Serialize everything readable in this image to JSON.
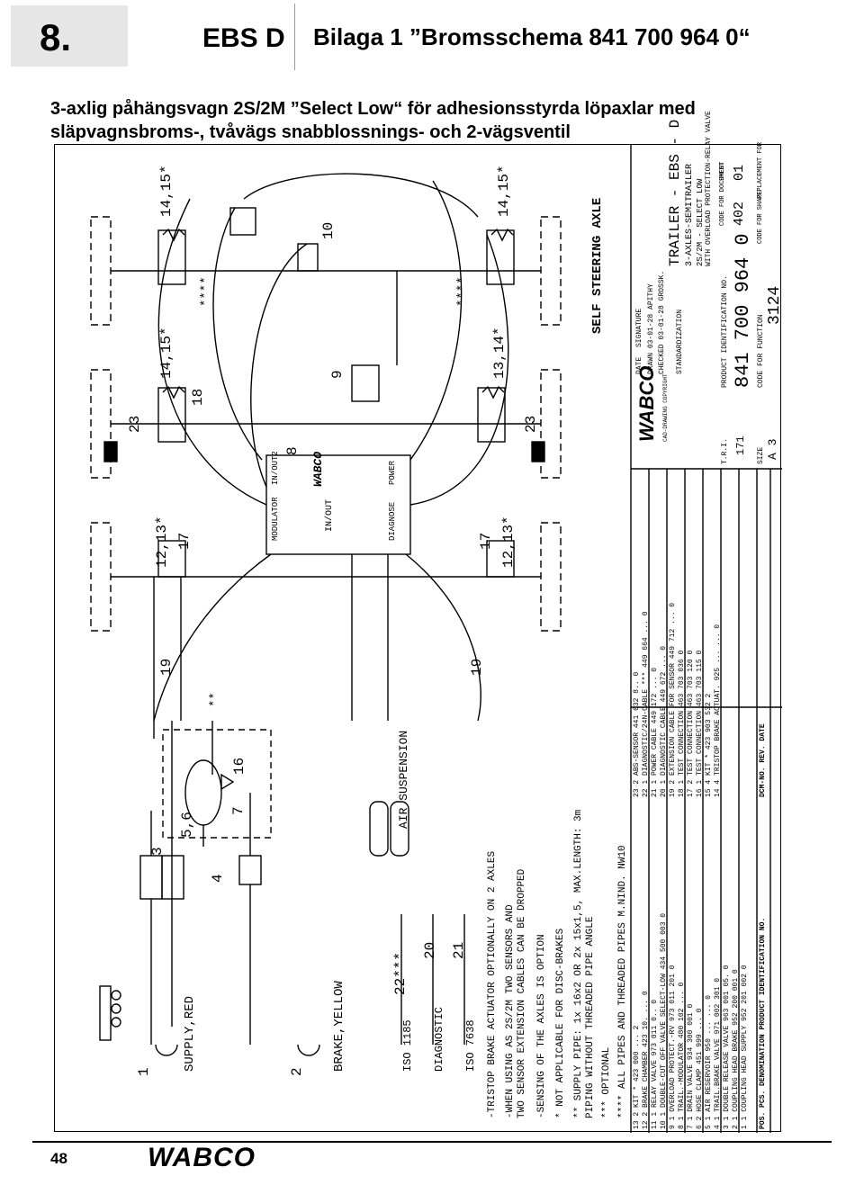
{
  "header": {
    "chapter_number": "8.",
    "chapter_name": "EBS D",
    "title": "Bilaga 1 ”Bromsschema 841 700 964 0“"
  },
  "subtitle": {
    "line1": "3-axlig påhängsvagn 2S/2M ”Select Low“ för adhesionsstyrda löpaxlar med",
    "line2": "släpvagnsbroms-, tvåvägs snabblossnings- och 2-vägsventil"
  },
  "drawing": {
    "axle_label": "SELF STEERING AXLE",
    "air_suspension": "AIR SUSPENSION",
    "supply": "SUPPLY,RED",
    "brake": "BRAKE,YELLOW",
    "iso1185": "ISO 1185",
    "diagnostic": "DIAGNOSTIC",
    "iso7638": "ISO 7638",
    "module_brand": "WABCO",
    "module_in_out": "IN/OUT",
    "module_diagnose": "DIAGNOSE",
    "module_power": "POWER",
    "module_in_out2": "IN/OUT2",
    "module_modulator": "MODULATOR",
    "labels": {
      "n_14_15s": "14,15*",
      "n_14_15s_b": "14,15*",
      "n_14_15s_c": "14,15*",
      "n_13_14s": "13,14*",
      "n_12_13s": "12,13*",
      "n_12_13s_b": "12,13*",
      "n_23": "23",
      "n_23_b": "23",
      "n_18": "18",
      "n_17": "17",
      "n_17_b": "17",
      "n_19": "19",
      "n_19_b": "19",
      "n_16": "16",
      "n_9": "9",
      "n_8": "8",
      "n_10": "10",
      "n_3": "3",
      "n_4": "4",
      "n_56": "5,6",
      "n_7": "7",
      "n_22s": "22***",
      "n_20": "20",
      "n_21": "21",
      "n_1": "1",
      "n_2": "2",
      "stars4": "****",
      "stars4_b": "****",
      "stars2": "**"
    },
    "notes": [
      "-TRISTOP BRAKE ACTUATOR OPTIONALLY ON 2 AXLES",
      "-WHEN USING AS 2S/2M TWO SENSORS AND",
      "  TWO SENSOR EXTENSION CABLES CAN BE DROPPED",
      "-SENSING OF THE AXLES IS OPTION",
      "*   NOT APPLICABLE FOR DISC-BRAKES",
      "**  SUPPLY PIPE: 1x 16x2 OR 2x 15x1,5, MAX.LENGTH: 3m",
      "    PIPING WITHOUT THREADED PIPE ANGLE",
      "*** OPTIONAL",
      "**** ALL PIPES AND THREADED PIPES M.NIND. NW10"
    ],
    "parts": [
      {
        "pos": "13",
        "qty": "2",
        "name": "KIT",
        "note": "*",
        "no": "423 000 ... 2"
      },
      {
        "pos": "12",
        "qty": "2",
        "name": "BRAKE CHAMBER",
        "note": "",
        "no": "423 10. ... 0"
      },
      {
        "pos": "11",
        "qty": "1",
        "name": "RELAY VALVE",
        "note": "",
        "no": "973 011 0.. 0"
      },
      {
        "pos": "10",
        "qty": "1",
        "name": "DOUBLE-CUT OFF VALVE",
        "note": "SELECT-LOW",
        "no": "434 500 003 0"
      },
      {
        "pos": "9",
        "qty": "1",
        "name": "OVERLOAD PROTECT.-RV",
        "note": "",
        "no": "973 011 201 0"
      },
      {
        "pos": "8",
        "qty": "1",
        "name": "TRAIL.-MODULATOR",
        "note": "",
        "no": "480 102 ... 0"
      },
      {
        "pos": "7",
        "qty": "1",
        "name": "DRAIN VALVE",
        "note": "",
        "no": "934 300 001 0"
      },
      {
        "pos": "6",
        "qty": "2",
        "name": "HOSE CLAMP",
        "note": "",
        "no": "451 999 ... 0"
      },
      {
        "pos": "5",
        "qty": "1",
        "name": "AIR RESERVOIR",
        "note": "",
        "no": "950 ... ... 0"
      },
      {
        "pos": "4",
        "qty": "1",
        "name": "TRAIL.BRAKE VALVE",
        "note": "",
        "no": "971 002 301 0"
      },
      {
        "pos": "3",
        "qty": "1",
        "name": "DOUBLE RELEASE VALVE",
        "note": "",
        "no": "963 001 05. 0"
      },
      {
        "pos": "2",
        "qty": "1",
        "name": "COUPLING HEAD",
        "note": "BRAKE",
        "no": "952 200 001 0"
      },
      {
        "pos": "1",
        "qty": "1",
        "name": "COUPLING HEAD",
        "note": "SUPPLY",
        "no": "952 201 002 0"
      }
    ],
    "parts2": [
      {
        "pos": "23",
        "qty": "2",
        "name": "ABS-SENSOR",
        "note": "",
        "no": "441 032 8.. 0"
      },
      {
        "pos": "22",
        "qty": "1",
        "name": "DIAGNOSTIC/24N-CABLE",
        "note": "***",
        "no": "449 664 ... 0"
      },
      {
        "pos": "21",
        "qty": "1",
        "name": "POWER CABLE",
        "note": "",
        "no": "449 172 ... 0"
      },
      {
        "pos": "20",
        "qty": "1",
        "name": "DIAGNOSTIC CABLE",
        "note": "",
        "no": "449 672 ... 0"
      },
      {
        "pos": "19",
        "qty": "2",
        "name": "EXTENSION CABLE",
        "note": "FOR SENSOR",
        "no": "449 712 ... 0"
      },
      {
        "pos": "18",
        "qty": "1",
        "name": "TEST CONNECTION",
        "note": "",
        "no": "463 703 036 0"
      },
      {
        "pos": "17",
        "qty": "2",
        "name": "TEST CONNECTION",
        "note": "",
        "no": "463 703 120 0"
      },
      {
        "pos": "16",
        "qty": "1",
        "name": "TEST CONNECTION",
        "note": "",
        "no": "463 703 115 0"
      },
      {
        "pos": "15",
        "qty": "4",
        "name": "KIT",
        "note": "*",
        "no": "423 903 532 2"
      },
      {
        "pos": "14",
        "qty": "4",
        "name": "TRISTOP BRAKE ACTUAT.",
        "note": "",
        "no": "925 ... ... 0"
      }
    ],
    "table_headers": {
      "pos": "POS.",
      "qty": "PCS.",
      "denom": "DENOMINATION",
      "pid": "PRODUCT IDENTIFICATION NO.",
      "doc": "DCM-NO.",
      "rev": "REV.",
      "date": "DATE"
    },
    "title_block": {
      "title_line1": "TRAILER - EBS - D",
      "title_line2": "3-AXLES-SEMITRAILER",
      "title_line3": "2S/2M - SELECT LOW",
      "title_line4": "WITH OVERLOAD PROTECTION-RELAY VALVE",
      "product_id_label": "PRODUCT IDENTIFICATION NO.",
      "product_id": "841 700 964 0",
      "code_label": "CODE FOR FUNCTION",
      "code": "3124",
      "size_label": "SIZE",
      "size": "A 3",
      "tri_label": "T.R.I.",
      "tri": "171",
      "doc_code_label": "CODE FOR DOCUMENT",
      "doc_code": "402",
      "sheet_label": "SHEET",
      "sheet": "01",
      "shape_label": "CODE FOR SHAPE",
      "replacement_label": "REPLACEMENT FOR",
      "date_label": "DATE",
      "signature_label": "SIGNATURE",
      "drawn": "DRAWN",
      "drawn_date": "03-01-28",
      "drawn_sig": "APITHY",
      "checked": "CHECKED",
      "checked_date": "03-01-28",
      "checked_sig": "GROSSK.",
      "standardization": "STANDARDIZATION",
      "caddam": "CAD-DRAWING COPYRIGHT",
      "brand": "WABCO"
    }
  },
  "footer": {
    "page_number": "48",
    "logo": "WABCO"
  }
}
